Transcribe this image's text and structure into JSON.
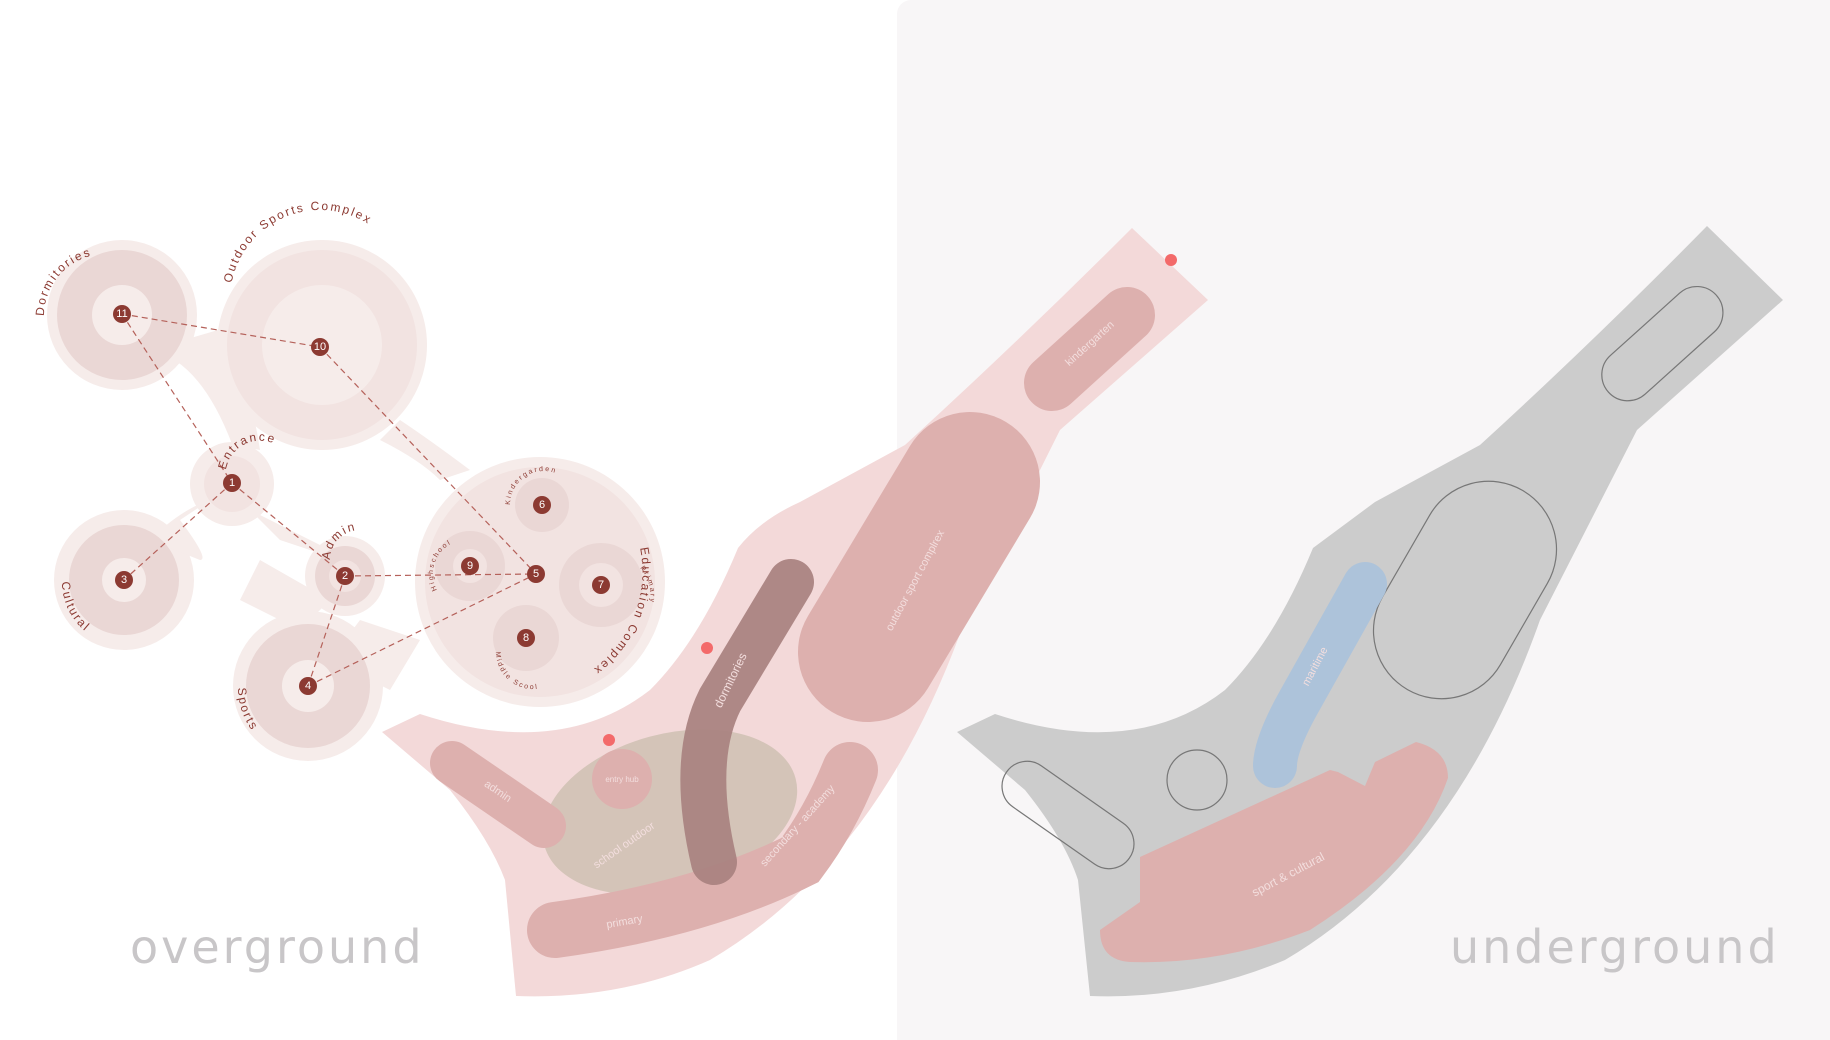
{
  "labels": {
    "overground": "overground",
    "underground": "underground"
  },
  "bubble_diagram": {
    "clusters": {
      "dormitories": "Dormitories",
      "outdoor_sports": "Outdoor Sports Complex",
      "entrance": "Entrance",
      "admin": "Admin",
      "cultural": "Cultural",
      "sports": "Sports",
      "education": "Education Complex",
      "kindergarden": "Kindergarden",
      "highschool": "Highschool",
      "primary": "Primary",
      "middle_school": "Middle Scool"
    },
    "nodes": {
      "n1": "1",
      "n2": "2",
      "n3": "3",
      "n4": "4",
      "n5": "5",
      "n6": "6",
      "n7": "7",
      "n8": "8",
      "n9": "9",
      "n10": "10",
      "n11": "11"
    }
  },
  "overground_zones": {
    "kindergarten": "kindergarten",
    "outdoor_sport": "outdoor sport complrex",
    "dormitories": "dormitories",
    "admin": "admin",
    "entry_hub": "entry hub",
    "school_outdoor": "school outdoor",
    "secondary": "secondary - academy",
    "primary": "primary"
  },
  "underground_zones": {
    "maritime": "maritime",
    "sport_cultural": "sport & cultural"
  },
  "colors": {
    "site_pink": "#f3d9d9",
    "zone_pink": "#ddb0ae",
    "dorm": "#a8817f",
    "outdoor": "#d4c4b8",
    "underground_site": "#cccccc",
    "maritime_blue": "#adc3da",
    "marker": "#f36a6a",
    "node": "#8c3a32"
  }
}
